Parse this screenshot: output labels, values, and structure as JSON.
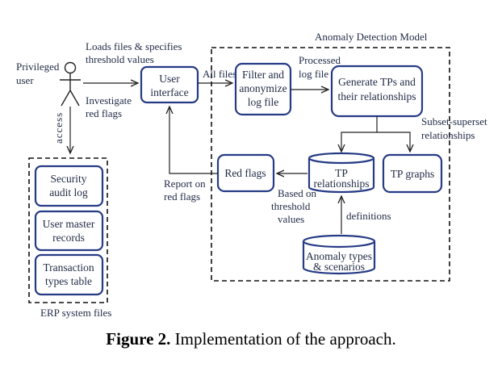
{
  "diagram": {
    "actor": {
      "line1": "Privileged",
      "line2": "user"
    },
    "edge_labels": {
      "loads_1": "Loads files & specifies",
      "loads_2": "threshold values",
      "investigate_1": "Investigate",
      "investigate_2": "red flags",
      "access": "access",
      "all_files": "All files",
      "processed_1": "Processed",
      "processed_2": "log file",
      "subset_1": "Subset-superset",
      "subset_2": "relationships",
      "report_1": "Report on",
      "report_2": "red flags",
      "based_1": "Based on",
      "based_2": "threshold",
      "based_3": "values",
      "definitions": "definitions"
    },
    "nodes": {
      "ui": {
        "line1": "User",
        "line2": "interface"
      },
      "filter": {
        "line1": "Filter and",
        "line2": "anonymize",
        "line3": "log file"
      },
      "generate": {
        "line1": "Generate TPs and",
        "line2": "their relationships"
      },
      "redflags": {
        "label": "Red flags"
      },
      "tp_rel": {
        "line1": "TP",
        "line2": "relationships"
      },
      "tp_graphs": {
        "label": "TP graphs"
      },
      "anomaly": {
        "line1": "Anomaly types",
        "line2": "& scenarios"
      },
      "security": {
        "line1": "Security",
        "line2": "audit log"
      },
      "usermaster": {
        "line1": "User master",
        "line2": "records"
      },
      "transaction": {
        "line1": "Transaction",
        "line2": "types table"
      }
    },
    "frames": {
      "anomaly_model": "Anomaly Detection Model",
      "erp": "ERP  system files"
    }
  },
  "caption": {
    "label": "Figure 2.",
    "text": " Implementation of the approach."
  }
}
